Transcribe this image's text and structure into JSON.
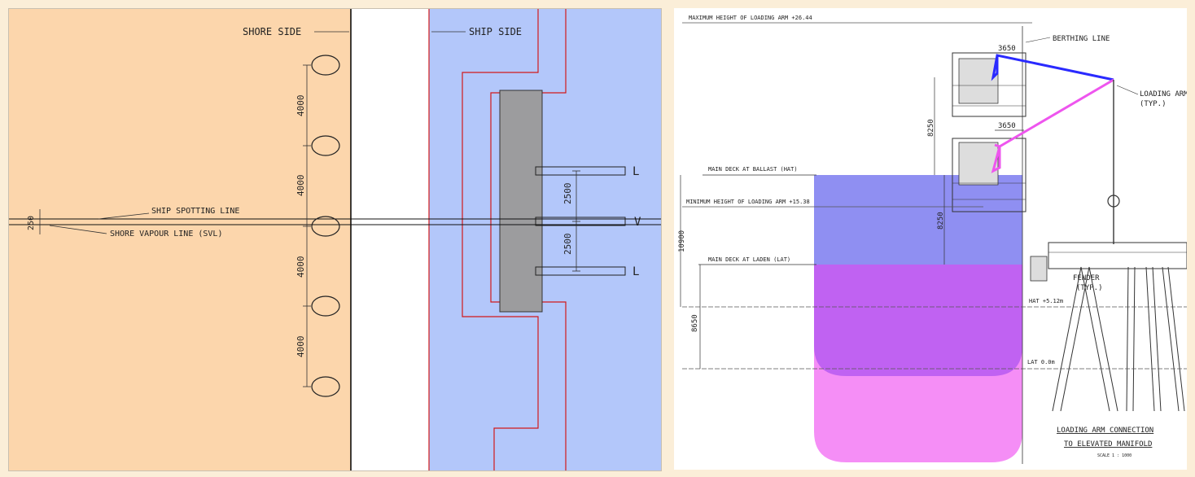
{
  "colors": {
    "shore": "#fcd6ac",
    "ship": "#b3c7fa",
    "red_line": "#d11a1a",
    "platform": "#9c9c9e",
    "hull_ballast": "#8f8ff2",
    "hull_laden": "#c062f2",
    "hull_bottom": "#f58ef6",
    "arm_blue": "#2a2aff",
    "arm_pink": "#ee55ee"
  },
  "left_plan": {
    "shore_side_label": "SHORE SIDE",
    "ship_side_label": "SHIP SIDE",
    "ship_spotting_line_label": "SHIP SPOTTING LINE",
    "shore_vapour_line_label": "SHORE VAPOUR LINE (SVL)",
    "offset_label": "250",
    "bollard_spacing": [
      "4000",
      "4000",
      "4000",
      "4000"
    ],
    "arm_spacing": [
      "2500",
      "2500"
    ],
    "arm_labels": [
      "L",
      "V",
      "L"
    ]
  },
  "right_section": {
    "max_height_label": "MAXIMUM HEIGHT OF LOADING ARM +26.44",
    "berthing_line_label": "BERTHING LINE",
    "reach_upper": "3650",
    "reach_lower": "3650",
    "loading_arm_label_1": "LOADING ARM",
    "loading_arm_label_2": "(TYP.)",
    "upper_height": "8250",
    "lower_height": "8250",
    "main_deck_ballast_label": "MAIN DECK AT BALLAST (HAT)",
    "min_height_label": "MINIMUM HEIGHT OF LOADING ARM +15.38",
    "overall_height": "10900",
    "main_deck_laden_label": "MAIN DECK AT LADEN (LAT)",
    "laden_height": "8650",
    "fender_label_1": "FENDER",
    "fender_label_2": "(TYP.)",
    "hat_label": "HAT +5.12m",
    "lat_label": "LAT 0.0m",
    "title_line_1": "LOADING ARM CONNECTION",
    "title_line_2": "TO ELEVATED MANIFOLD",
    "scale_label": "SCALE 1 : 1000"
  }
}
